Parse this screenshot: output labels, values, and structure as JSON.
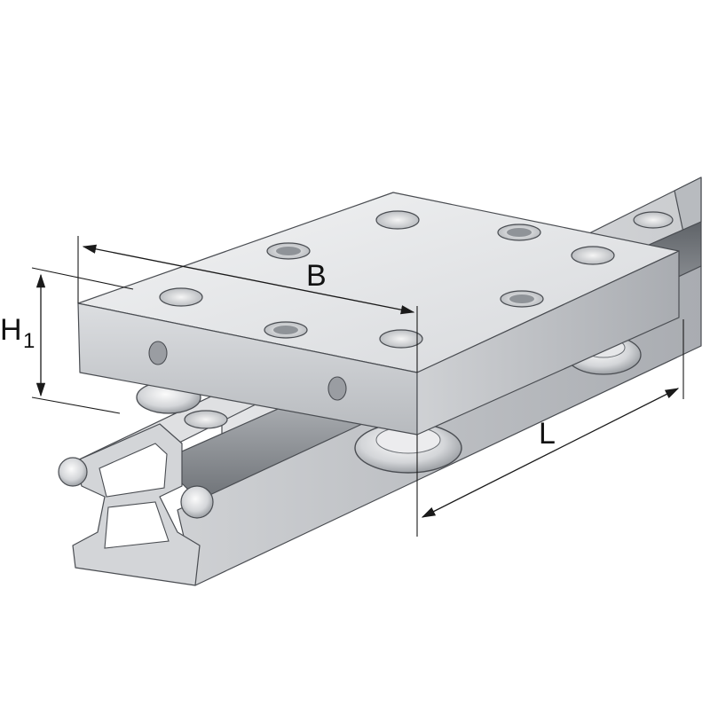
{
  "dimensions": {
    "width_label": "B",
    "height_label": "H",
    "height_subscript": "1",
    "length_label": "L"
  },
  "colors": {
    "steel_light": "#e9eaec",
    "steel_mid": "#c9cbce",
    "steel_dark": "#8e9297",
    "outline": "#4a4d52",
    "dimension_line": "#1a1a1a"
  }
}
